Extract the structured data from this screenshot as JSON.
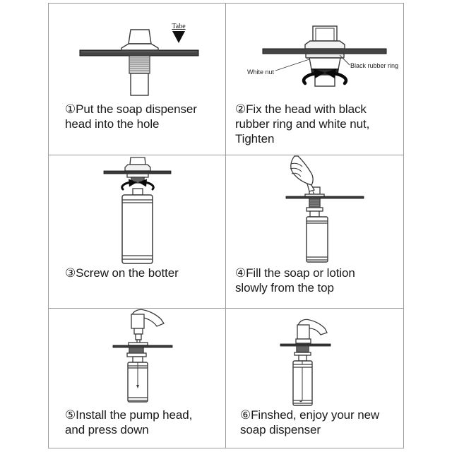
{
  "colors": {
    "background": "#ffffff",
    "grid_border": "#9b9b9b",
    "caption_text": "#1a1a1a",
    "line_art": "#3a3a3a",
    "counter_bar_fill": "#454545",
    "arrow_black": "#0b0b0b"
  },
  "steps": [
    {
      "number": "1",
      "caption": "①Put the soap dispenser\nhead into the hole",
      "annotation": "Tabe",
      "illustration": "dispenser-head-above-counter-hole"
    },
    {
      "number": "2",
      "caption": "②Fix the head with black\nrubber ring and white nut,\nTighten",
      "annotations": {
        "white_nut": "White nut",
        "black_rubber_ring": "Black rubber ring"
      },
      "illustration": "head-fixed-with-nut-and-ring-tighten-arrows"
    },
    {
      "number": "3",
      "caption": "③Screw on the botter",
      "illustration": "bottle-screwed-onto-head-under-counter"
    },
    {
      "number": "4",
      "caption": "④Fill the soap or lotion\nslowly from the top",
      "illustration": "hand-squeezing-soap-into-top-opening"
    },
    {
      "number": "5",
      "caption": "⑤Install the pump head,\nand press down",
      "illustration": "pump-head-above-installed-dispenser"
    },
    {
      "number": "6",
      "caption": "⑥Finshed, enjoy your new\nsoap dispenser",
      "illustration": "finished-assembled-soap-dispenser"
    }
  ]
}
